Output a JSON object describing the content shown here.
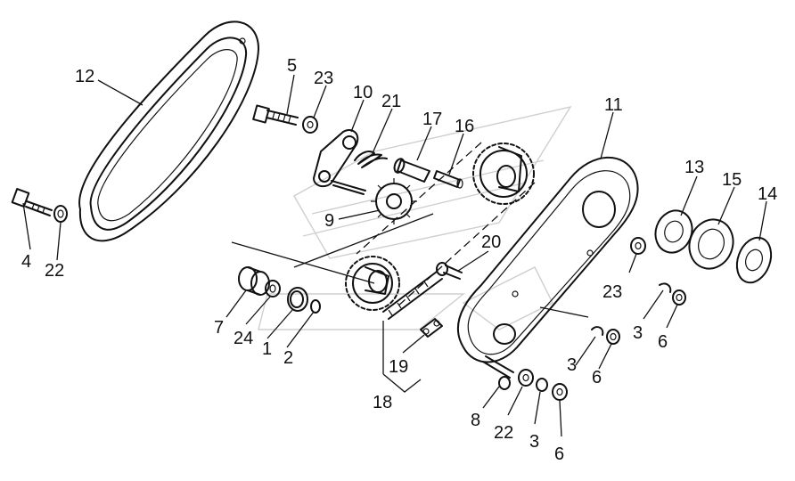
{
  "callouts": {
    "c1": "1",
    "c2": "2",
    "c3a": "3",
    "c3b": "3",
    "c3c": "3",
    "c4": "4",
    "c5": "5",
    "c6a": "6",
    "c6b": "6",
    "c6c": "6",
    "c7": "7",
    "c8": "8",
    "c9": "9",
    "c10": "10",
    "c11": "11",
    "c12": "12",
    "c13": "13",
    "c14": "14",
    "c15": "15",
    "c16": "16",
    "c17": "17",
    "c18": "18",
    "c19": "19",
    "c20": "20",
    "c21": "21",
    "c22a": "22",
    "c22b": "22",
    "c23a": "23",
    "c23b": "23",
    "c24": "24"
  }
}
